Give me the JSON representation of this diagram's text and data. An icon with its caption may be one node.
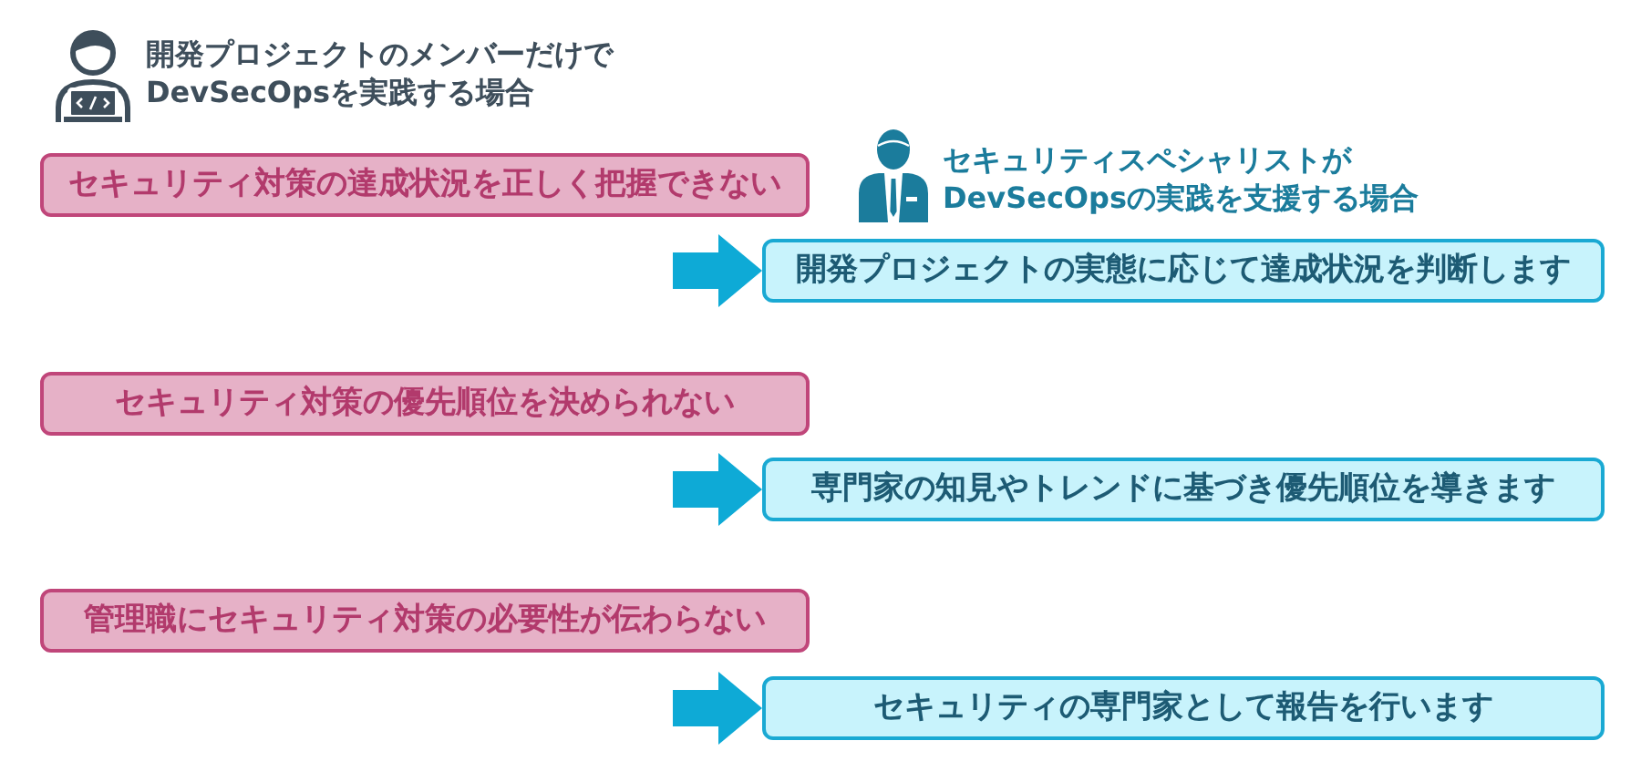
{
  "diagram": {
    "nodes": [
      {
        "text": [
          "セキュリティ対策の達成状況を正しく把握できない"
        ]
      },
      {
        "text": [
          "開発プロジェクトの実態に応じて達成状況を判断します"
        ]
      },
      {
        "text": [
          "セキュリティ対策の優先順位を決められない"
        ]
      },
      {
        "text": [
          "専門家の知見やトレンドに基づき優先順位を導きます"
        ]
      },
      {
        "text": [
          "管理職にセキュリティ対策の必要性が伝わらない"
        ]
      },
      {
        "text": [
          "セキュリティの専門家として報告を行います"
        ]
      }
    ],
    "edges": [
      {
        "from": null,
        "to": 1,
        "arrow": "to"
      },
      {
        "from": null,
        "to": 3,
        "arrow": "to"
      },
      {
        "from": null,
        "to": 5,
        "arrow": "to"
      }
    ],
    "labels": [
      "開発プロジェクトのメンバーだけでDevSecOpsを実践する場合",
      "セキュリティスペシャリストがDevSecOpsの実践を支援する場合"
    ]
  }
}
